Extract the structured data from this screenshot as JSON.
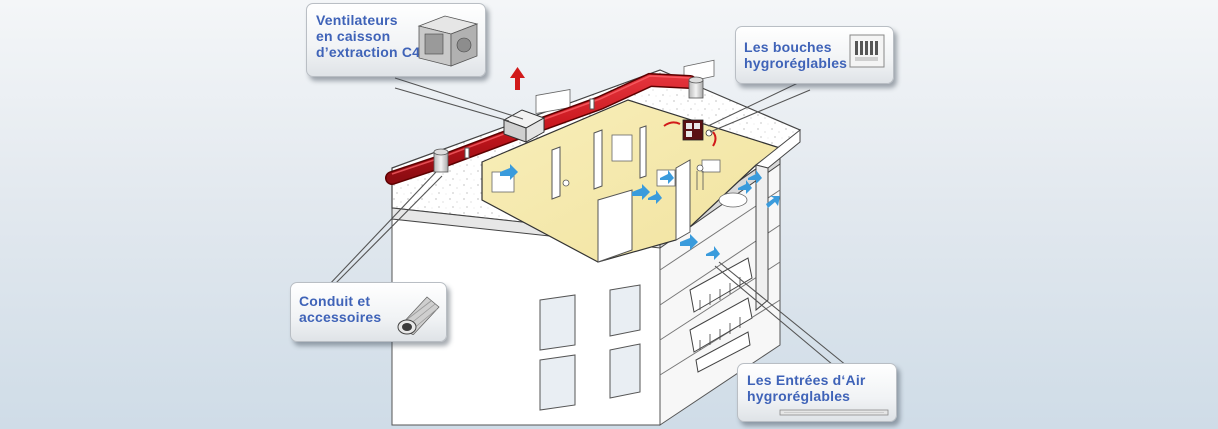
{
  "callouts": {
    "ventilateurs": {
      "line1": "Ventilateurs",
      "line2": "en caisson",
      "line3": "d’extraction C4"
    },
    "bouches": {
      "line1": "Les bouches",
      "line2": "hygroréglables"
    },
    "conduit": {
      "line1": "Conduit et",
      "line2": "accessoires"
    },
    "entrees": {
      "line1": "Les Entrées d‘Air",
      "line2": "hygroréglables"
    }
  },
  "colors": {
    "title_text": "#3f63b8",
    "duct": "#c8161d",
    "interior": "#f6ecb4",
    "airflow_arrow": "#3a9bdc",
    "exhaust_arrow": "#d11a1a"
  }
}
